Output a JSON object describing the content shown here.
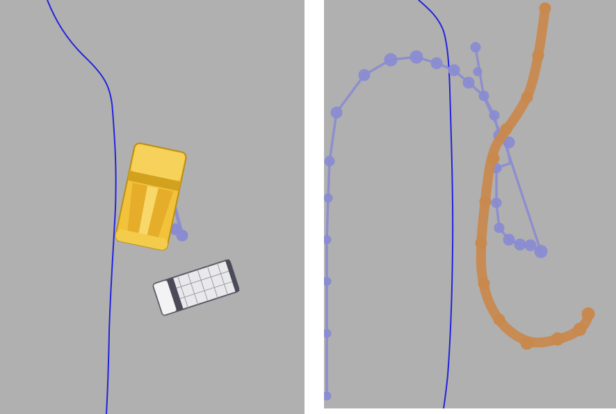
{
  "scene": {
    "background_color": "#b0b0b0",
    "separator_color": "#ffffff",
    "lane_line_color": "#2222dd",
    "blue_trajectory_color": "#8a8cd2",
    "orange_trajectory_color": "#c8894e"
  },
  "left_panel": {
    "vehicles": [
      {
        "type": "yellow-truck",
        "color": "#f2c33a"
      },
      {
        "type": "white-van",
        "color": "#e9e9ec"
      }
    ]
  },
  "right_panel": {
    "trajectories": [
      {
        "name": "blue",
        "color": "#8a8cd2"
      },
      {
        "name": "orange",
        "color": "#c8894e"
      }
    ]
  }
}
